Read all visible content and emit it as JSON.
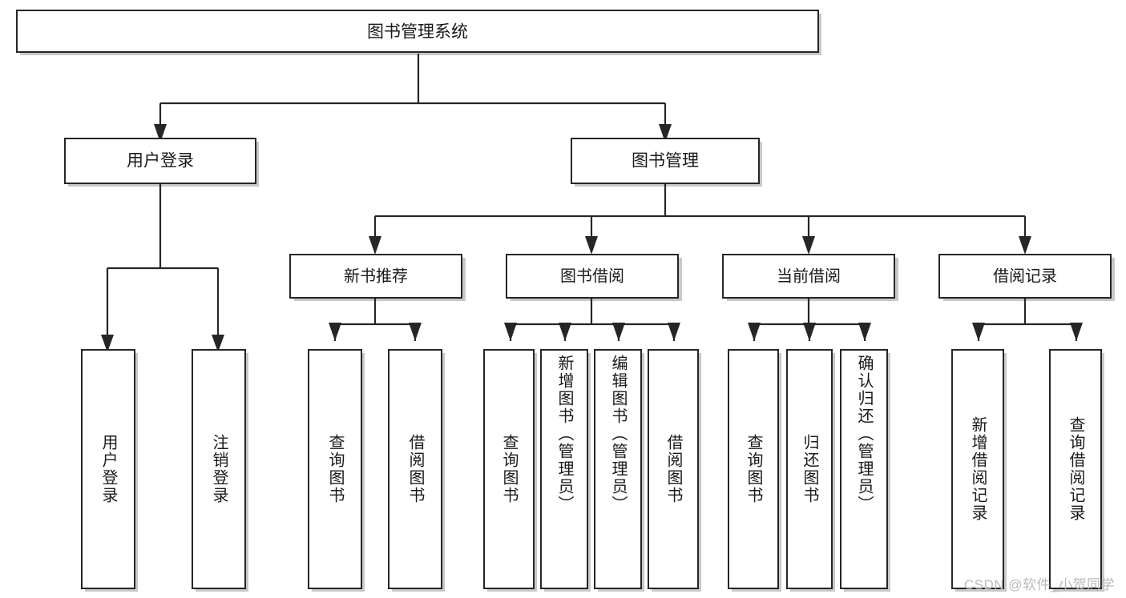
{
  "diagram": {
    "type": "tree",
    "title": "图书管理系统",
    "root": {
      "id": "root",
      "label": "图书管理系统",
      "orientation": "horizontal"
    },
    "level2": [
      {
        "id": "user-login",
        "label": "用户登录",
        "orientation": "horizontal"
      },
      {
        "id": "book-manage",
        "label": "图书管理",
        "orientation": "horizontal"
      }
    ],
    "level3": [
      {
        "id": "new-book-recommend",
        "label": "新书推荐",
        "orientation": "horizontal",
        "parent": "book-manage"
      },
      {
        "id": "book-borrow",
        "label": "图书借阅",
        "orientation": "horizontal",
        "parent": "book-manage"
      },
      {
        "id": "current-borrow",
        "label": "当前借阅",
        "orientation": "horizontal",
        "parent": "book-manage"
      },
      {
        "id": "borrow-record",
        "label": "借阅记录",
        "orientation": "horizontal",
        "parent": "book-manage"
      }
    ],
    "leaves": [
      {
        "id": "leaf-user-login",
        "label": "用户登录",
        "orientation": "vertical",
        "parent": "user-login"
      },
      {
        "id": "leaf-user-logout",
        "label": "注销登录",
        "orientation": "vertical",
        "parent": "user-login"
      },
      {
        "id": "leaf-query-book-1",
        "label": "查询图书",
        "orientation": "vertical",
        "parent": "new-book-recommend"
      },
      {
        "id": "leaf-borrow-book-1",
        "label": "借阅图书",
        "orientation": "vertical",
        "parent": "new-book-recommend"
      },
      {
        "id": "leaf-query-book-2",
        "label": "查询图书",
        "orientation": "vertical",
        "parent": "book-borrow"
      },
      {
        "id": "leaf-add-book",
        "label": "新增图书（管理员）",
        "orientation": "vertical",
        "parent": "book-borrow"
      },
      {
        "id": "leaf-edit-book",
        "label": "编辑图书（管理员）",
        "orientation": "vertical",
        "parent": "book-borrow"
      },
      {
        "id": "leaf-borrow-book-2",
        "label": "借阅图书",
        "orientation": "vertical",
        "parent": "book-borrow"
      },
      {
        "id": "leaf-query-book-3",
        "label": "查询图书",
        "orientation": "vertical",
        "parent": "current-borrow"
      },
      {
        "id": "leaf-return-book",
        "label": "归还图书",
        "orientation": "vertical",
        "parent": "current-borrow"
      },
      {
        "id": "leaf-confirm-return",
        "label": "确认归还（管理员）",
        "orientation": "vertical",
        "parent": "current-borrow"
      },
      {
        "id": "leaf-add-record",
        "label": "新增借阅记录",
        "orientation": "vertical",
        "parent": "borrow-record"
      },
      {
        "id": "leaf-query-record",
        "label": "查询借阅记录",
        "orientation": "vertical",
        "parent": "borrow-record"
      }
    ]
  },
  "watermark": {
    "text": "CSDN @软件_小贺同学"
  },
  "colors": {
    "box_border": "#262626",
    "box_fill": "#ffffff",
    "connector": "#262626",
    "text": "#1a1a1a",
    "watermark": "#b9b9b9",
    "background": "#ffffff"
  }
}
